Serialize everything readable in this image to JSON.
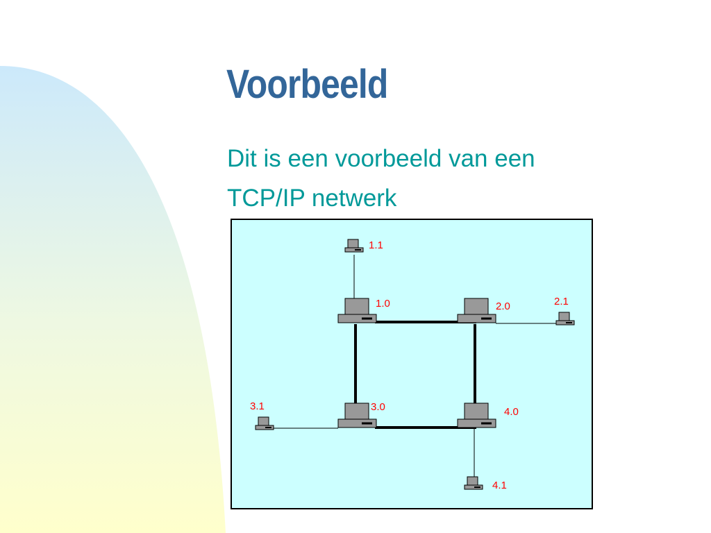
{
  "slide": {
    "title": "Voorbeeld",
    "body_lines": [
      "Dit is een voorbeeld van een",
      "TCP/IP netwerk"
    ]
  },
  "colors": {
    "title": "#336699",
    "body_text": "#009999",
    "diagram_background": "#ccffff",
    "node_label": "#ff0000",
    "computer_body": "#999999",
    "gradient_top": "#cce9fb",
    "gradient_bottom": "#ffffcc"
  },
  "network": {
    "routers": [
      {
        "id": "r10",
        "label": "1.0"
      },
      {
        "id": "r20",
        "label": "2.0"
      },
      {
        "id": "r30",
        "label": "3.0"
      },
      {
        "id": "r40",
        "label": "4.0"
      }
    ],
    "hosts": [
      {
        "id": "h11",
        "label": "1.1"
      },
      {
        "id": "h21",
        "label": "2.1"
      },
      {
        "id": "h31",
        "label": "3.1"
      },
      {
        "id": "h41",
        "label": "4.1"
      }
    ],
    "links": [
      {
        "from": "1.0",
        "to": "2.0",
        "type": "backbone"
      },
      {
        "from": "1.0",
        "to": "3.0",
        "type": "backbone"
      },
      {
        "from": "2.0",
        "to": "4.0",
        "type": "backbone"
      },
      {
        "from": "3.0",
        "to": "4.0",
        "type": "backbone"
      },
      {
        "from": "1.0",
        "to": "1.1",
        "type": "host"
      },
      {
        "from": "2.0",
        "to": "2.1",
        "type": "host"
      },
      {
        "from": "3.0",
        "to": "3.1",
        "type": "host"
      },
      {
        "from": "4.0",
        "to": "4.1",
        "type": "host"
      }
    ]
  }
}
